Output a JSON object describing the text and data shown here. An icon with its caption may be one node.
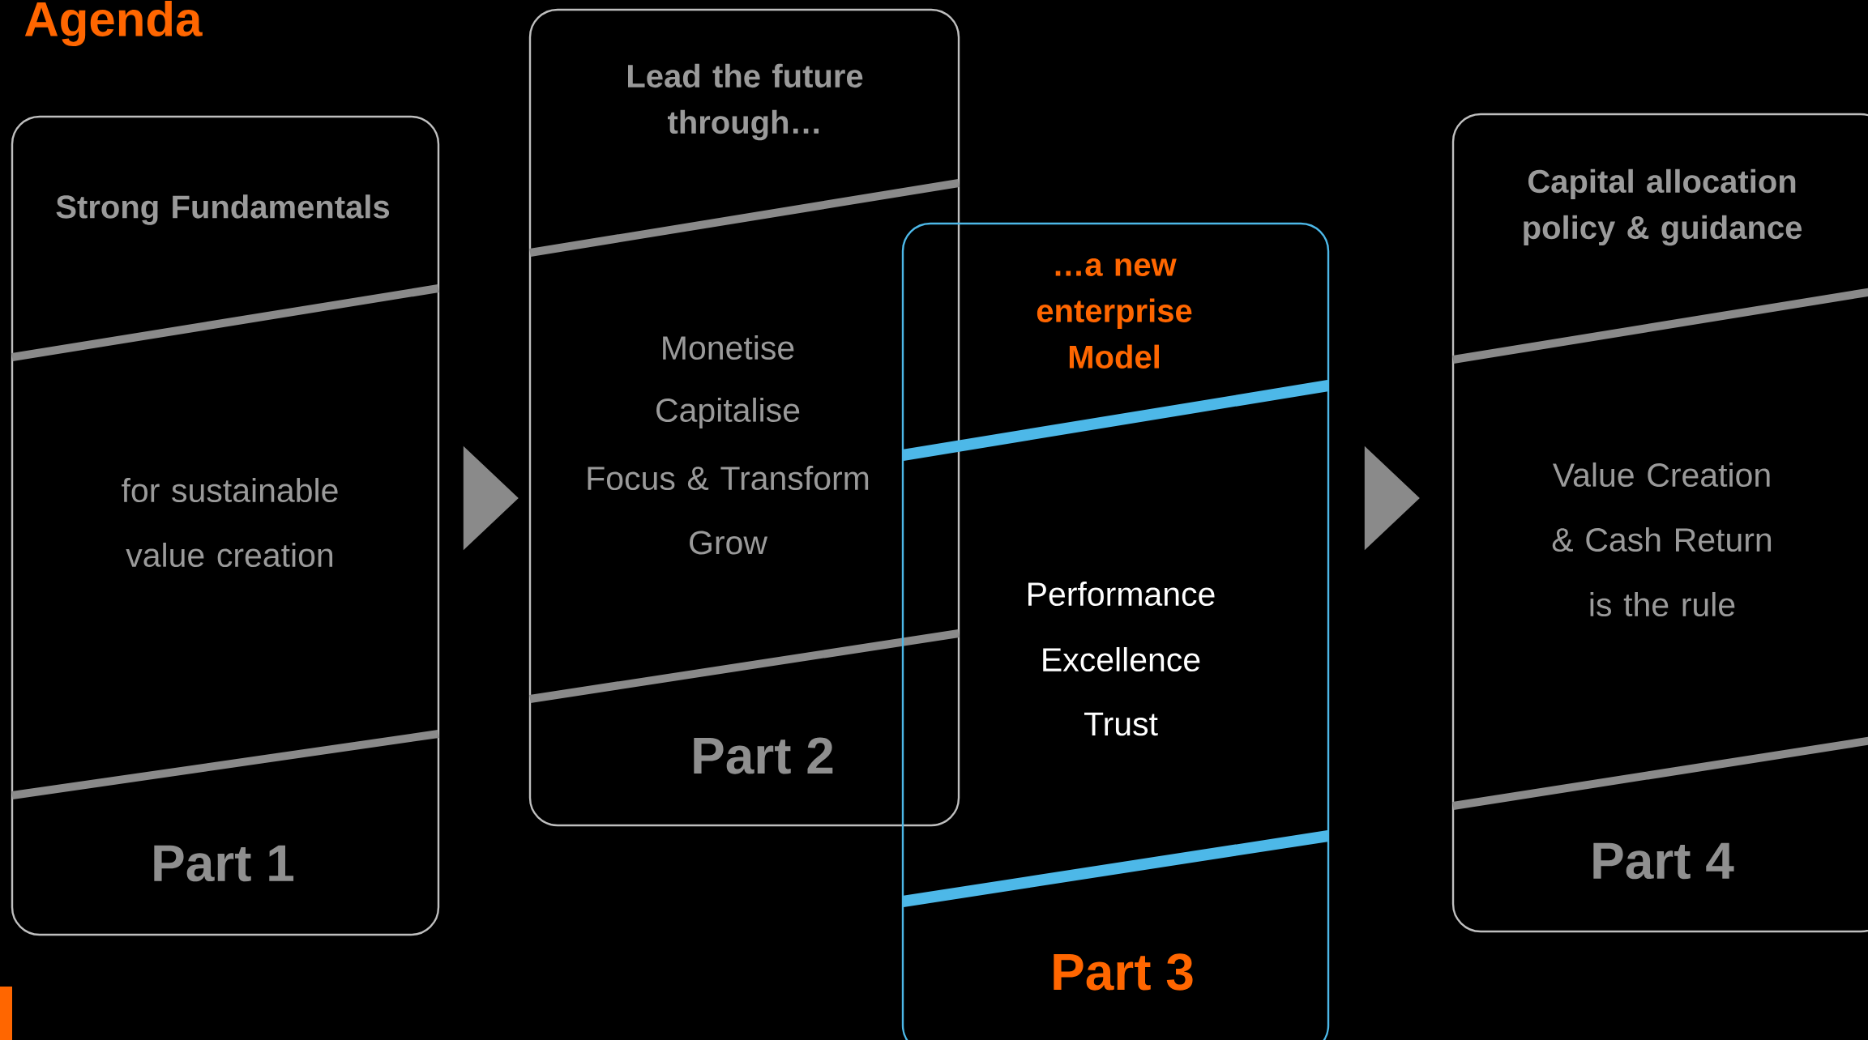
{
  "diagram": {
    "title": "Agenda",
    "nodes": [
      {
        "text": [
          "Strong Fundamentals",
          "for sustainable value creation",
          "Part 1"
        ]
      },
      {
        "text": [
          "Lead the future through…",
          "Monetise",
          "Capitalise",
          "Focus & Transform",
          "Grow",
          "Part 2"
        ]
      },
      {
        "text": [
          "…a new enterprise Model",
          "Performance",
          "Excellence",
          "Trust",
          "Part 3"
        ]
      },
      {
        "text": [
          "Capital allocation policy & guidance",
          "Value Creation & Cash Return is the rule",
          "Part 4"
        ]
      }
    ],
    "edges": [
      {
        "from": 0,
        "to": 1,
        "arrow": "to"
      },
      {
        "from": 2,
        "to": 3,
        "arrow": "to"
      }
    ]
  }
}
